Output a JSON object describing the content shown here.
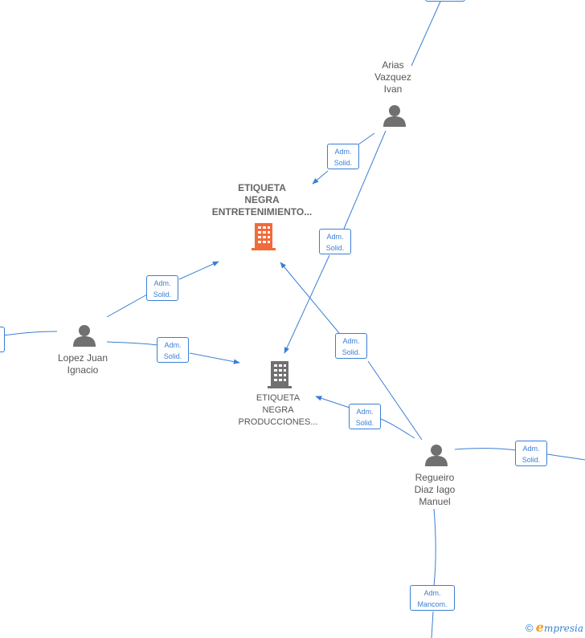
{
  "colors": {
    "edge": "#3a7fd5",
    "company_main": "#f26a3a",
    "company_other": "#707070",
    "person": "#707070"
  },
  "nodes": {
    "arias": {
      "name_lines": [
        "Arias",
        "Vazquez",
        "Ivan"
      ],
      "icon": "person-icon"
    },
    "lopez": {
      "name_lines": [
        "Lopez Juan",
        "Ignacio"
      ],
      "icon": "person-icon"
    },
    "regueiro": {
      "name_lines": [
        "Regueiro",
        "Diaz Iago",
        "Manuel"
      ],
      "icon": "person-icon"
    },
    "entretenimiento": {
      "name_lines": [
        "ETIQUETA",
        "NEGRA",
        "ENTRETENIMIENTO..."
      ],
      "icon": "building-icon"
    },
    "producciones": {
      "name_lines": [
        "ETIQUETA",
        "NEGRA",
        "PRODUCCIONES..."
      ],
      "icon": "building-icon"
    }
  },
  "roles": {
    "adm_solid": [
      "Adm.",
      "Solid."
    ],
    "adm_mancom": [
      "Adm.",
      "Mancom."
    ]
  },
  "footer": {
    "copyright": "©",
    "brand_initial": "e",
    "brand_rest": "mpresia"
  }
}
